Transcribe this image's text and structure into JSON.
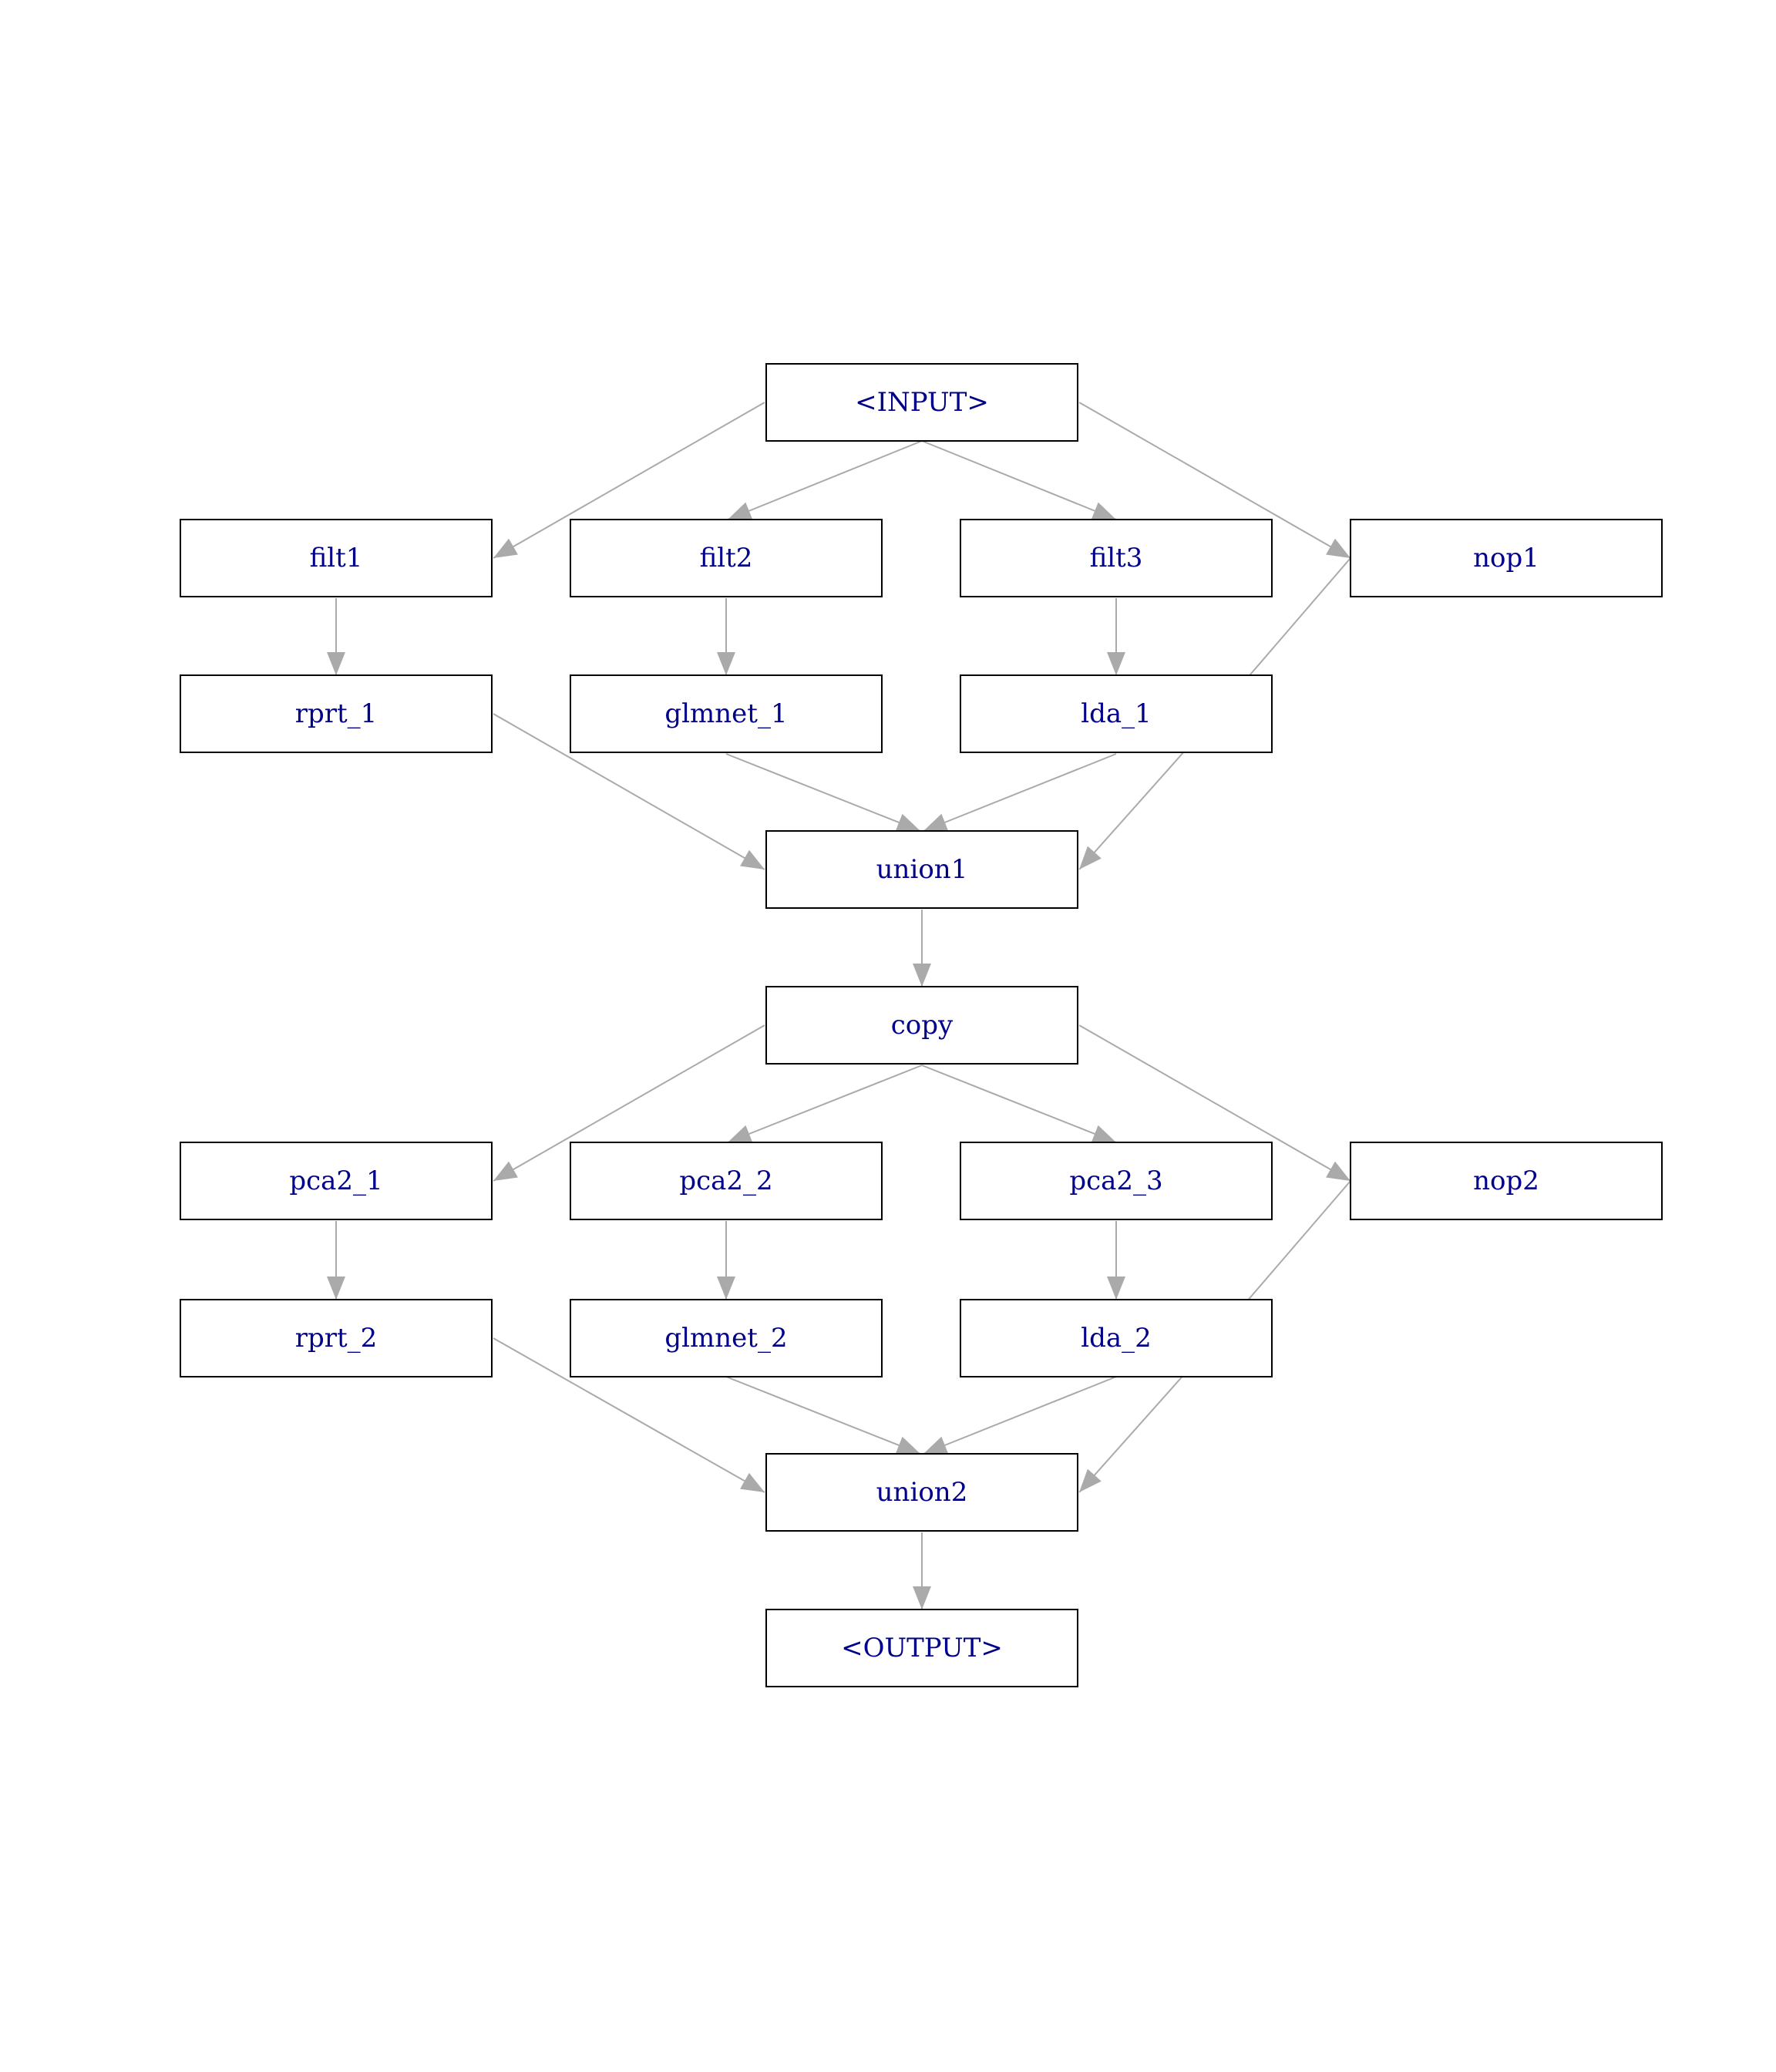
{
  "colors": {
    "edge": "#aaaaaa",
    "label": "#00008b",
    "border": "#000000"
  },
  "nodes": [
    {
      "id": "input",
      "label": "<INPUT>"
    },
    {
      "id": "filt1",
      "label": "filt1"
    },
    {
      "id": "filt2",
      "label": "filt2"
    },
    {
      "id": "filt3",
      "label": "filt3"
    },
    {
      "id": "nop1",
      "label": "nop1"
    },
    {
      "id": "rprt_1",
      "label": "rprt_1"
    },
    {
      "id": "glmnet_1",
      "label": "glmnet_1"
    },
    {
      "id": "lda_1",
      "label": "lda_1"
    },
    {
      "id": "union1",
      "label": "union1"
    },
    {
      "id": "copy",
      "label": "copy"
    },
    {
      "id": "pca2_1",
      "label": "pca2_1"
    },
    {
      "id": "pca2_2",
      "label": "pca2_2"
    },
    {
      "id": "pca2_3",
      "label": "pca2_3"
    },
    {
      "id": "nop2",
      "label": "nop2"
    },
    {
      "id": "rprt_2",
      "label": "rprt_2"
    },
    {
      "id": "glmnet_2",
      "label": "glmnet_2"
    },
    {
      "id": "lda_2",
      "label": "lda_2"
    },
    {
      "id": "union2",
      "label": "union2"
    },
    {
      "id": "output",
      "label": "<OUTPUT>"
    }
  ],
  "edges": [
    {
      "from": "input",
      "to": "filt1"
    },
    {
      "from": "input",
      "to": "filt2"
    },
    {
      "from": "input",
      "to": "filt3"
    },
    {
      "from": "input",
      "to": "nop1"
    },
    {
      "from": "filt1",
      "to": "rprt_1"
    },
    {
      "from": "filt2",
      "to": "glmnet_1"
    },
    {
      "from": "filt3",
      "to": "lda_1"
    },
    {
      "from": "rprt_1",
      "to": "union1"
    },
    {
      "from": "glmnet_1",
      "to": "union1"
    },
    {
      "from": "lda_1",
      "to": "union1"
    },
    {
      "from": "nop1",
      "to": "union1"
    },
    {
      "from": "union1",
      "to": "copy"
    },
    {
      "from": "copy",
      "to": "pca2_1"
    },
    {
      "from": "copy",
      "to": "pca2_2"
    },
    {
      "from": "copy",
      "to": "pca2_3"
    },
    {
      "from": "copy",
      "to": "nop2"
    },
    {
      "from": "pca2_1",
      "to": "rprt_2"
    },
    {
      "from": "pca2_2",
      "to": "glmnet_2"
    },
    {
      "from": "pca2_3",
      "to": "lda_2"
    },
    {
      "from": "rprt_2",
      "to": "union2"
    },
    {
      "from": "glmnet_2",
      "to": "union2"
    },
    {
      "from": "lda_2",
      "to": "union2"
    },
    {
      "from": "nop2",
      "to": "union2"
    },
    {
      "from": "union2",
      "to": "output"
    }
  ]
}
